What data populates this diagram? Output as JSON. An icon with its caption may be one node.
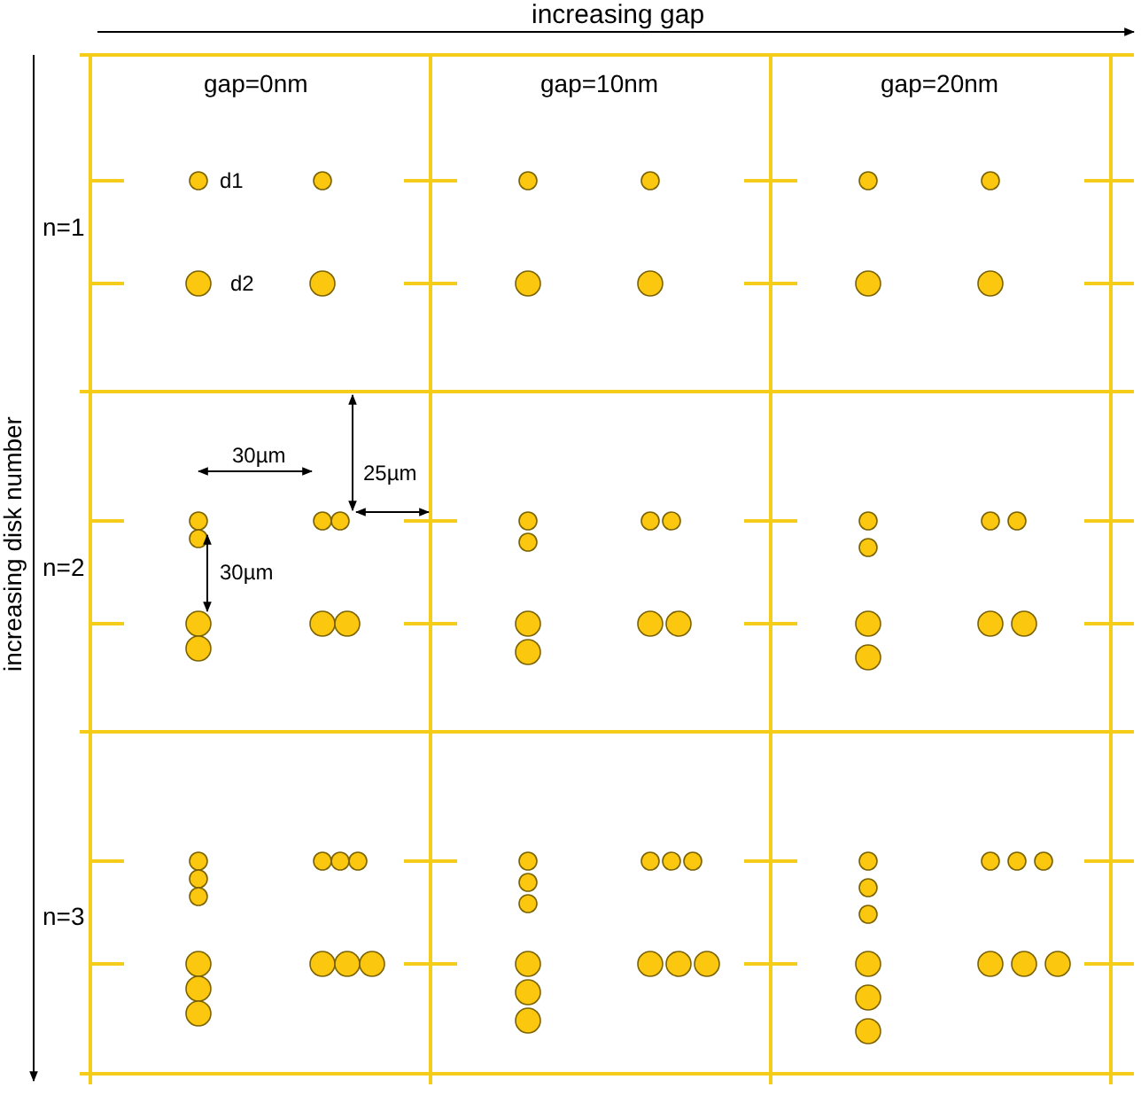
{
  "diagram": {
    "labels": [
      "increasing gap",
      "increasing disk number",
      "gap=0nm",
      "gap=10nm",
      "gap=20nm",
      "d1",
      "n=1",
      "d2",
      "30µm",
      "25µm",
      "n=2",
      "30µm",
      "n=3"
    ]
  }
}
